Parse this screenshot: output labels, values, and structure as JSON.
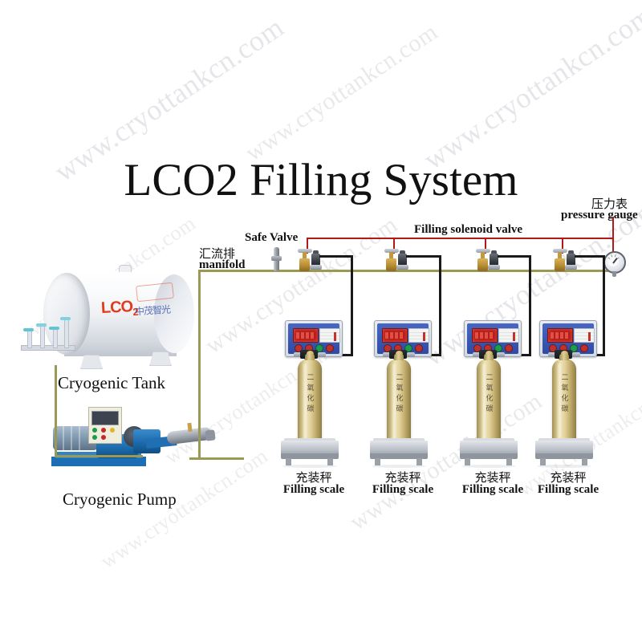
{
  "diagram": {
    "title": "LCO2 Filling System",
    "background_color": "#ffffff",
    "pipe_color": "#9a9a55",
    "leader_color": "#b01a17"
  },
  "watermark": {
    "text": "www.cryottankcn.com",
    "color": "#e9e9ec",
    "angle_deg": -34
  },
  "labels": {
    "manifold_cn": "汇流排",
    "manifold_en": "manifold",
    "safe_valve": "Safe Valve",
    "solenoid_valve": "Filling solenoid valve",
    "pressure_gauge_cn": "压力表",
    "pressure_gauge_en": "pressure gauge",
    "cryogenic_tank": "Cryogenic Tank",
    "cryogenic_pump": "Cryogenic Pump"
  },
  "tank": {
    "brand_text": "LCO",
    "brand_sub": "2",
    "brand_color": "#e23a20",
    "chinese_mark": "中茂智光"
  },
  "cylinder": {
    "label_cn": "二氧化碳",
    "body_color": "#e3d39f"
  },
  "stations": [
    {
      "id": "station-1",
      "scale_cn": "充装秤",
      "scale_en": "Filling scale"
    },
    {
      "id": "station-2",
      "scale_cn": "充装秤",
      "scale_en": "Filling scale"
    },
    {
      "id": "station-3",
      "scale_cn": "充装秤",
      "scale_en": "Filling scale"
    },
    {
      "id": "station-4",
      "scale_cn": "充装秤",
      "scale_en": "Filling scale"
    }
  ]
}
